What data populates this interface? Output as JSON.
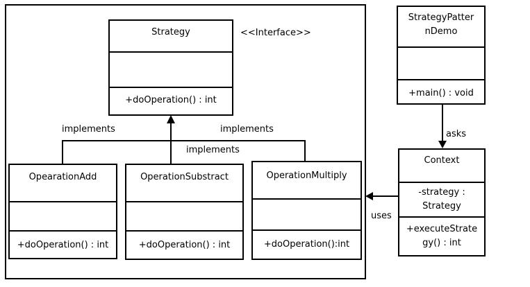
{
  "diagram": {
    "strategy": {
      "name": "Strategy",
      "stereotype": "<<Interface>>",
      "method": "+doOperation()  : int"
    },
    "add": {
      "name": "OpearationAdd",
      "method": "+doOperation()  : int"
    },
    "subtract": {
      "name": "OperationSubstract",
      "method": "+doOperation()  : int"
    },
    "multiply": {
      "name": "OperationMultiply",
      "method": "+doOperation():int"
    },
    "demo": {
      "name_line1": "StrategyPatter",
      "name_line2": "nDemo",
      "method": "+main() : void"
    },
    "context": {
      "name": "Context",
      "attr_line1": "-strategy :",
      "attr_line2": "Strategy",
      "method_line1": "+executeStrate",
      "method_line2": "gy() : int"
    },
    "labels": {
      "implements_left": "implements",
      "implements_center": "implements",
      "implements_right": "implements",
      "asks": "asks",
      "uses": "uses"
    }
  }
}
